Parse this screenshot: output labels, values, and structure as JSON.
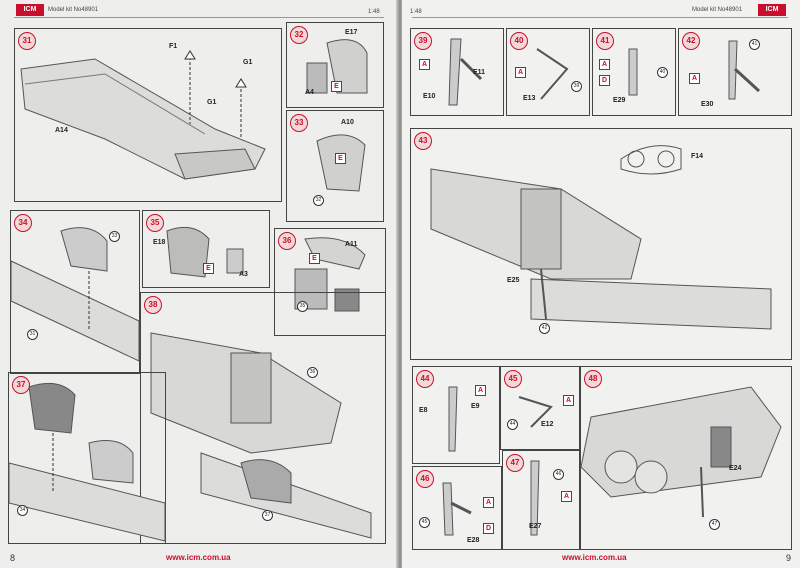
{
  "header": {
    "left": {
      "brand": "ICM",
      "model": "Model kit No48901",
      "scale": "1:48"
    },
    "right": {
      "brand": "ICM",
      "model": "Model kit No48901",
      "scale": "1:48"
    }
  },
  "footer": {
    "left_page": "8",
    "right_page": "9",
    "left_url": "www.icm.com.ua",
    "right_url": "www.icm.com.ua"
  },
  "steps": {
    "s31": {
      "num": "31",
      "parts": [
        "F1",
        "G1",
        "G1",
        "A14"
      ]
    },
    "s32": {
      "num": "32",
      "parts": [
        "E17",
        "A4"
      ],
      "marker": "E"
    },
    "s33": {
      "num": "33",
      "parts": [
        "A10"
      ],
      "marker": "E",
      "ref": "32"
    },
    "s34": {
      "num": "34",
      "refs": [
        "33",
        "31"
      ]
    },
    "s35": {
      "num": "35",
      "parts": [
        "E18",
        "A3"
      ],
      "marker": "E"
    },
    "s36": {
      "num": "36",
      "parts": [
        "A11"
      ],
      "marker": "E",
      "ref": "35"
    },
    "s37": {
      "num": "37",
      "refs": [
        "34",
        "37"
      ]
    },
    "s38": {
      "num": "38",
      "refs": [
        "36"
      ]
    },
    "s39": {
      "num": "39",
      "parts": [
        "E11",
        "E10"
      ],
      "marker": "A"
    },
    "s40": {
      "num": "40",
      "parts": [
        "E13"
      ],
      "marker": "A",
      "ref": "39"
    },
    "s41": {
      "num": "41",
      "parts": [
        "E29"
      ],
      "markers": [
        "A",
        "D"
      ],
      "ref": "40"
    },
    "s42": {
      "num": "42",
      "parts": [
        "E30"
      ],
      "marker": "A",
      "ref": "41"
    },
    "s43": {
      "num": "43",
      "parts": [
        "F14",
        "E25"
      ],
      "ref": "42"
    },
    "s44": {
      "num": "44",
      "parts": [
        "E8",
        "E9"
      ],
      "marker": "A"
    },
    "s45": {
      "num": "45",
      "parts": [
        "E12"
      ],
      "marker": "A",
      "ref": "44"
    },
    "s46": {
      "num": "46",
      "parts": [
        "E28"
      ],
      "markers": [
        "A",
        "D"
      ],
      "ref": "45"
    },
    "s47": {
      "num": "47",
      "parts": [
        "E27"
      ],
      "marker": "A",
      "ref": "46"
    },
    "s48": {
      "num": "48",
      "parts": [
        "E24"
      ],
      "ref": "47"
    }
  }
}
